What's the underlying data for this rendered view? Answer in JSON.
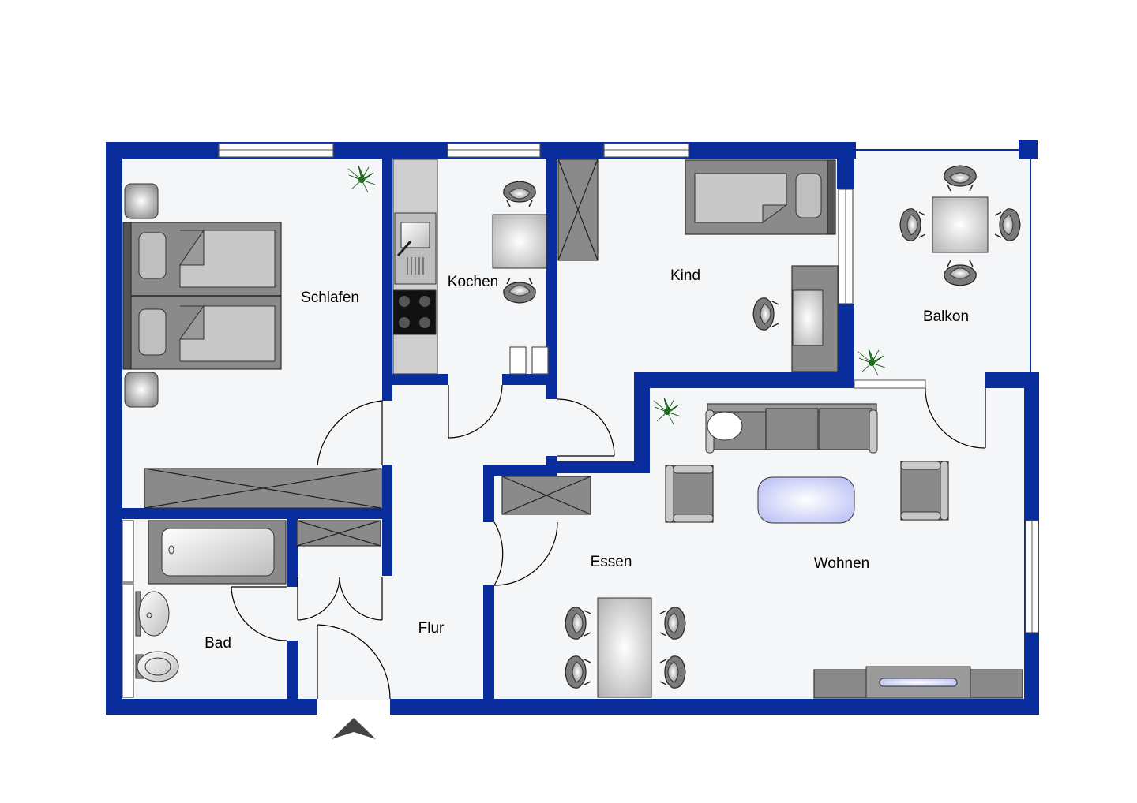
{
  "rooms": {
    "schlafen": "Schlafen",
    "kochen": "Kochen",
    "kind": "Kind",
    "balkon": "Balkon",
    "essen": "Essen",
    "wohnen": "Wohnen",
    "bad": "Bad",
    "flur": "Flur"
  },
  "colors": {
    "wall": "#0a2d9e",
    "floor": "#f5f6f8",
    "furniture": "#8a8a8a"
  },
  "icons": [
    "plant-icon",
    "entrance-arrow-icon"
  ]
}
